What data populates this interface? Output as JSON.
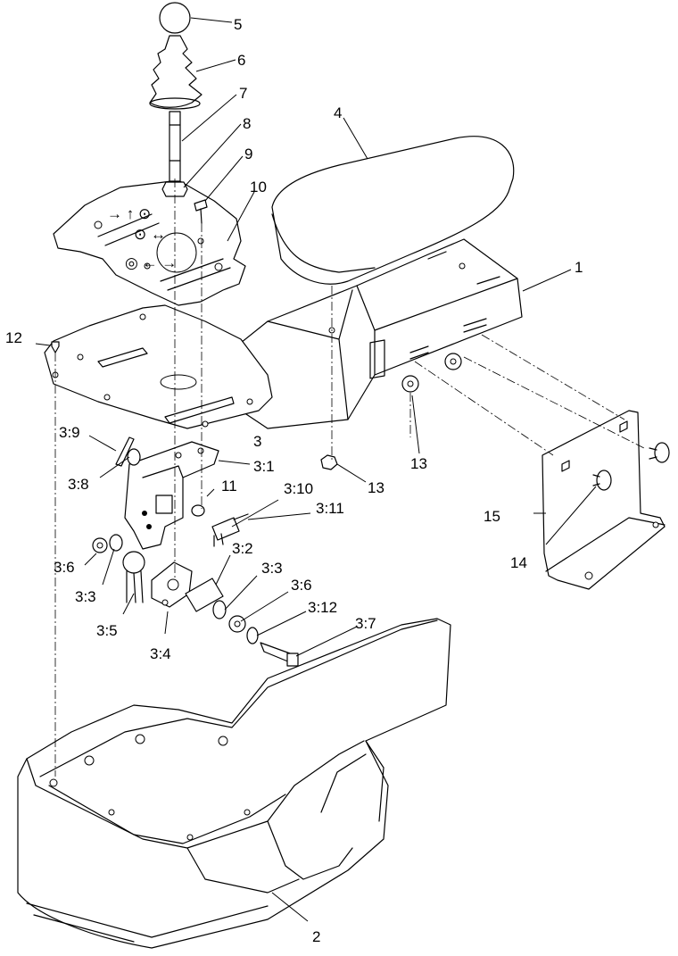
{
  "callouts": {
    "c1": "1",
    "c2": "2",
    "c3": "3",
    "c3_1": "3:1",
    "c3_2": "3:2",
    "c3_3a": "3:3",
    "c3_3b": "3:3",
    "c3_4": "3:4",
    "c3_5": "3:5",
    "c3_6a": "3:6",
    "c3_6b": "3:6",
    "c3_7": "3:7",
    "c3_8": "3:8",
    "c3_9": "3:9",
    "c3_10": "3:10",
    "c3_11": "3:11",
    "c3_12": "3:12",
    "c4": "4",
    "c5": "5",
    "c6": "6",
    "c7": "7",
    "c8": "8",
    "c9": "9",
    "c10": "10",
    "c11": "11",
    "c12": "12",
    "c13a": "13",
    "c13b": "13",
    "c14": "14",
    "c15": "15"
  }
}
